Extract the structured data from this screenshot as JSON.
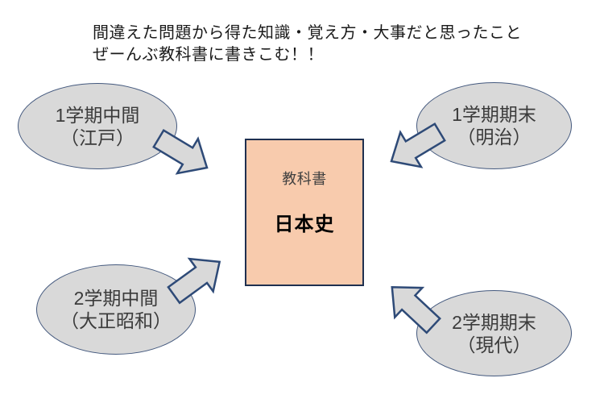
{
  "header": {
    "line1": "間違えた問題から得た知識・覚え方・大事だと思ったこと",
    "line2": "ぜーんぶ教科書に書きこむ！！"
  },
  "textbook": {
    "label": "教科書",
    "title": "日本史",
    "fill_color": "#F8CBAD",
    "border_color": "#1F3050"
  },
  "exams": [
    {
      "name": "1学期中間",
      "period": "（江戸）",
      "position": "top-left"
    },
    {
      "name": "1学期期末",
      "period": "（明治）",
      "position": "top-right"
    },
    {
      "name": "2学期中間",
      "period": "（大正昭和）",
      "position": "bottom-left"
    },
    {
      "name": "2学期期末",
      "period": "（現代）",
      "position": "bottom-right"
    }
  ],
  "shapes": {
    "ellipse_fill": "#D9D9D9",
    "ellipse_border": "#44597E",
    "arrow_fill": "#D9D9D9",
    "arrow_border": "#2E4A77"
  }
}
